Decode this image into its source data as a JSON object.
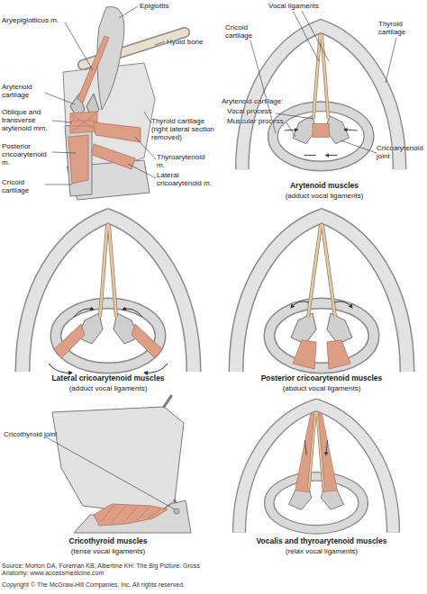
{
  "diagram": {
    "labels": [
      "Epiglottis",
      "Aryepiglotticus m.",
      "Hyoid bone",
      "Arytenoid cartilage",
      "Oblique and transverse arytenoid mm.",
      "Thyroid cartilage (right lateral section removed)",
      "Posterior cricoarytenoid m.",
      "Thyroarytenoid m.",
      "Lateral cricoarytenoid m.",
      "Cricoid cartilage",
      "Vocal ligaments",
      "Cricoid cartilage",
      "Thyroid cartilage",
      "Arytenoid cartilage:",
      "Vocal process",
      "Muscular process",
      "Cricoarytenoid joint",
      "Arytenoid muscles",
      "(adduct vocal ligaments)",
      "Lateral cricoarytenoid muscles",
      "(adduct vocal ligaments)",
      "Posterior cricoarytenoid muscles",
      "(abduct vocal ligaments)",
      "Cricothyroid joint",
      "Cricothyroid muscles",
      "(tense vocal ligaments)",
      "Vocalis and thyroarytenoid muscles",
      "(relax vocal ligaments)",
      "Source: Morton DA, Foreman KB, Albertine KH: The Big Picture: Gross Anatomy: www.accessmedicine.com",
      "Copyright © The McGraw-Hill Companies, Inc. All rights reserved."
    ]
  }
}
